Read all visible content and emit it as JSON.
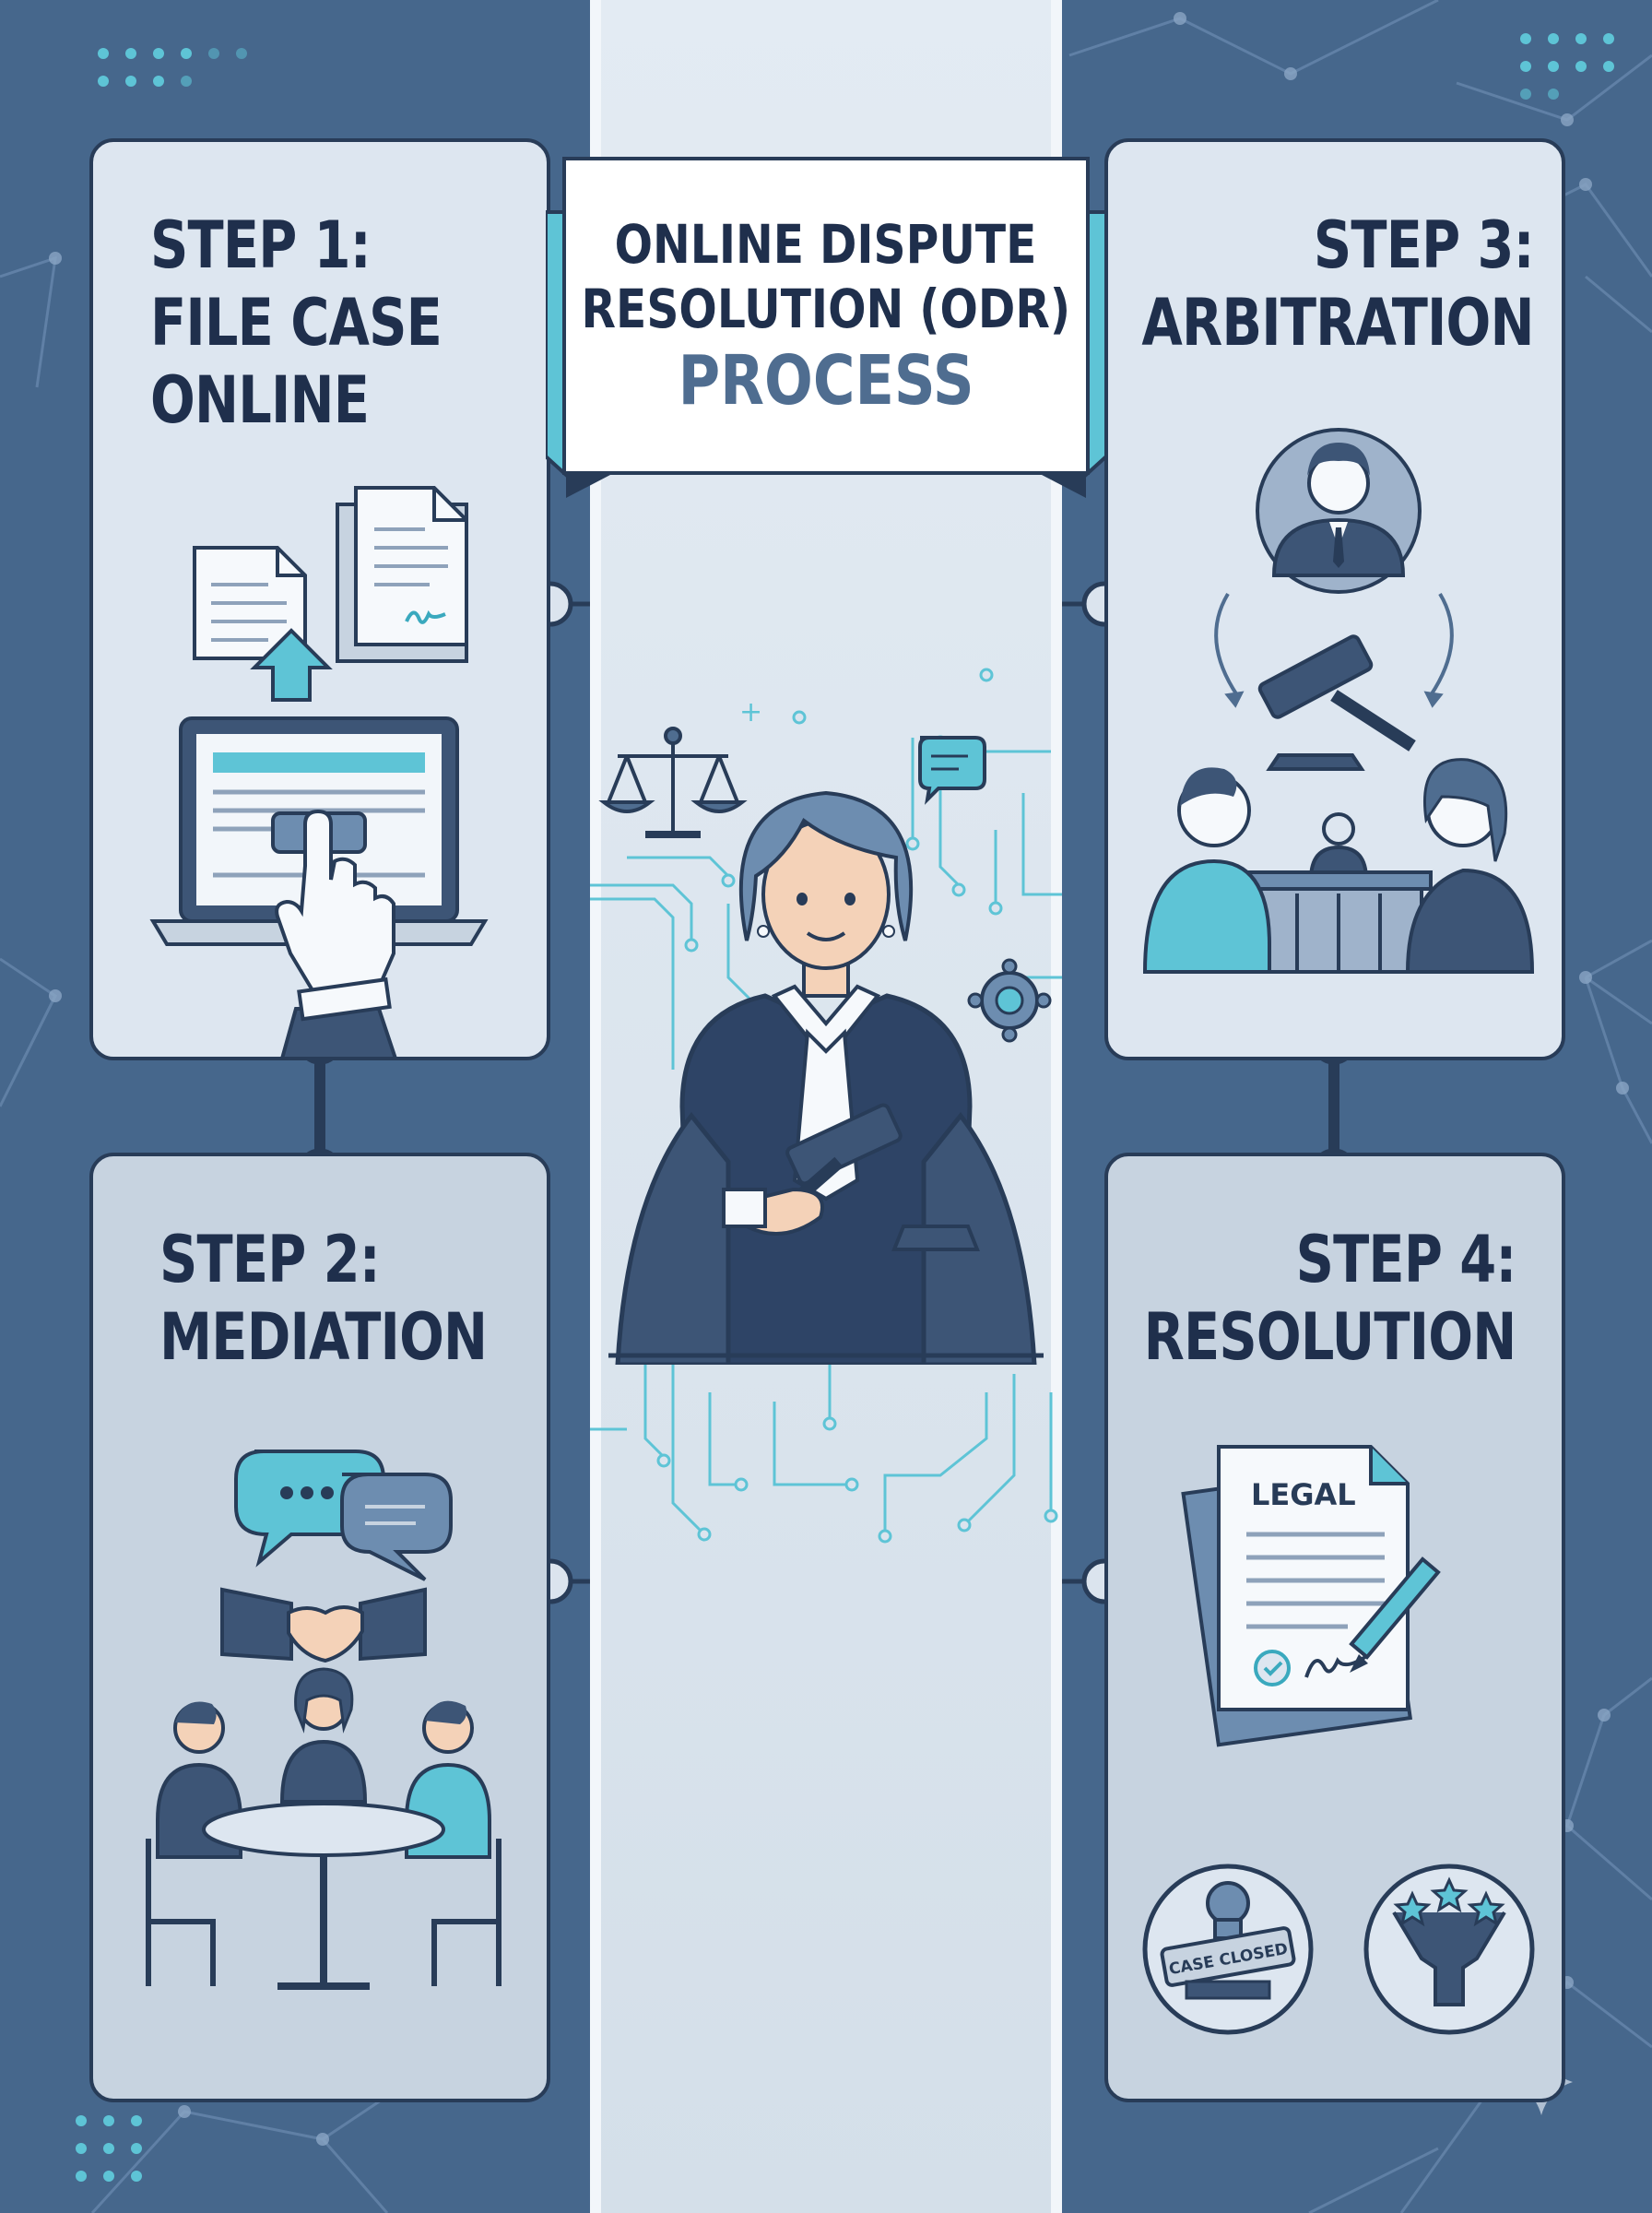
{
  "header": {
    "title_line1": "ONLINE DISPUTE",
    "title_line2": "RESOLUTION (ODR)",
    "title_line3": "PROCESS"
  },
  "steps": [
    {
      "title_line1": "STEP 1:",
      "title_line2": "FILE CASE",
      "title_line3": "ONLINE"
    },
    {
      "title_line1": "STEP 2:",
      "title_line2": "MEDIATION"
    },
    {
      "title_line1": "STEP 3:",
      "title_line2": "ARBITRATION"
    },
    {
      "title_line1": "STEP 4:",
      "title_line2": "RESOLUTION"
    }
  ],
  "document_label": "LEGAL",
  "stamp_label": "CASE CLOSED",
  "colors": {
    "navy": "#283c58",
    "slate": "#46678c",
    "teal": "#5ec4d6",
    "card_light": "#dde6f0",
    "card_mid": "#c7d3e0"
  },
  "icons": [
    "document-upload-icon",
    "laptop-icon",
    "pointing-hand-icon",
    "chat-bubbles-icon",
    "handshake-icon",
    "mediation-table-icon",
    "arbitrator-avatar-icon",
    "gavel-icon",
    "courtroom-icon",
    "legal-document-icon",
    "pen-icon",
    "case-closed-stamp-icon",
    "celebration-icon",
    "judge-icon",
    "scales-icon",
    "circuit-icon",
    "sparkle-icon"
  ]
}
